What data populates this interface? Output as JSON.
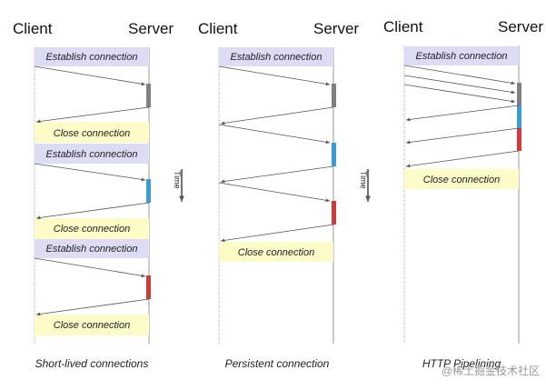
{
  "panels": [
    {
      "client_label": "Client",
      "server_label": "Server",
      "caption": "Short-lived connections",
      "bands": [
        {
          "text": "Establish connection",
          "type": "establish"
        },
        {
          "text": "Close connection",
          "type": "close"
        },
        {
          "text": "Establish connection",
          "type": "establish"
        },
        {
          "text": "Close connection",
          "type": "close"
        },
        {
          "text": "Establish connection",
          "type": "establish"
        },
        {
          "text": "Close connection",
          "type": "close"
        }
      ],
      "requests": [
        {
          "color": "#808080"
        },
        {
          "color": "#3b9ad9"
        },
        {
          "color": "#d23a3a"
        }
      ]
    },
    {
      "client_label": "Client",
      "server_label": "Server",
      "caption": "Persistent connection",
      "bands": [
        {
          "text": "Establish connection",
          "type": "establish"
        },
        {
          "text": "Close connection",
          "type": "close"
        }
      ],
      "requests": [
        {
          "color": "#808080"
        },
        {
          "color": "#3b9ad9"
        },
        {
          "color": "#d23a3a"
        }
      ]
    },
    {
      "client_label": "Client",
      "server_label": "Server",
      "caption": "HTTP Pipelining",
      "bands": [
        {
          "text": "Establish connection",
          "type": "establish"
        },
        {
          "text": "Close connection",
          "type": "close"
        }
      ],
      "requests": [
        {
          "color": "#808080"
        },
        {
          "color": "#3b9ad9"
        },
        {
          "color": "#d23a3a"
        }
      ]
    }
  ],
  "time_label": "Time",
  "watermark": "@稀土掘金技术社区",
  "colors": {
    "establish_band": "#dcdcf5",
    "close_band": "#fdfbc8",
    "lifeline": "#9a9a9a",
    "arrow": "#555555"
  }
}
